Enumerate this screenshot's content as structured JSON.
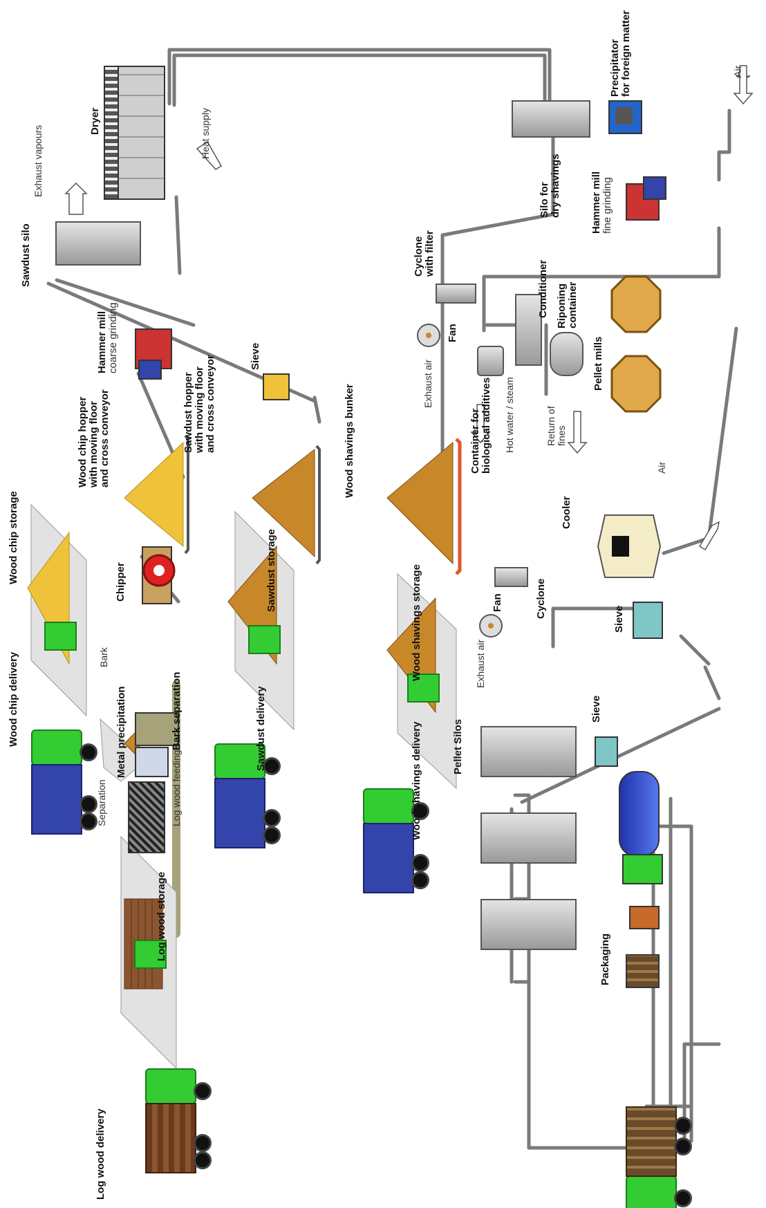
{
  "labels": {
    "log_wood_delivery": "Log wood delivery",
    "log_wood_storage": "Log wood storage",
    "log_wood_feeding": "Log wood feeding",
    "separation": "Separation",
    "metal_precipitation": "Metal precipitation",
    "bark": "Bark",
    "bark_separation": "Bark separation",
    "chipper": "Chipper",
    "wood_chip_delivery": "Wood chip delivery",
    "wood_chip_storage": "Wood chip storage",
    "wood_chip_hopper": [
      "Wood chip hopper",
      "with moving floor",
      "and cross conveyor"
    ],
    "hammer_mill_coarse": [
      "Hammer mill",
      "coarse grinding"
    ],
    "sawdust_silo": "Sawdust silo",
    "dryer": "Dryer",
    "exhaust_vapours": "Exhaust vapours",
    "heat_supply": "Heat supply",
    "sawdust_hopper": [
      "Sawdust hopper",
      "with moving floor",
      "and cross conveyor"
    ],
    "sieve_top": "Sieve",
    "sawdust_storage": "Sawdust storage",
    "sawdust_delivery": "Sawdust delivery",
    "wood_shavings_bunker": "Wood shavings bunker",
    "wood_shavings_storage": "Wood shavings storage",
    "wood_shavings_delivery": "Wood shavings delivery",
    "silo_dry_shavings": [
      "Silo for",
      "dry shavings"
    ],
    "precipitator": [
      "Precipitator",
      "for foreign matter"
    ],
    "air_top": "Air",
    "hammer_mill_fine": [
      "Hammer mill",
      "fine grinding"
    ],
    "cyclone_filter": [
      "Cyclone",
      "with filter"
    ],
    "fan_top": "Fan",
    "exhaust_air_top": "Exhaust air",
    "container_bio": [
      "Container for",
      "biological additives"
    ],
    "hot_water": "Hot water / steam",
    "conditioner": "Conditioner",
    "ripening": [
      "Riponing",
      "container"
    ],
    "return_fines": [
      "Return of",
      "fines"
    ],
    "pellet_mills": "Pellet mills",
    "air_cooler": "Air",
    "cooler": "Cooler",
    "cyclone": "Cyclone",
    "fan_bottom": "Fan",
    "exhaust_air_bottom": "Exhaust air",
    "sieve_mid": "Sieve",
    "sieve_bottom": "Sieve",
    "pellet_silos": "Pellet Silos",
    "packaging": "Packaging"
  },
  "colors": {
    "truck_green": "#33cc33",
    "truck_blue": "#3344aa",
    "wood_chips": "#f0c23a",
    "sawdust": "#c8882a",
    "pipe": "#7a7a7a",
    "silo_gray": "#bdbdbd",
    "storage_plane": "#e2e2e2",
    "bunker_red": "#e0562a",
    "pellet_mill": "#e0a84a"
  }
}
